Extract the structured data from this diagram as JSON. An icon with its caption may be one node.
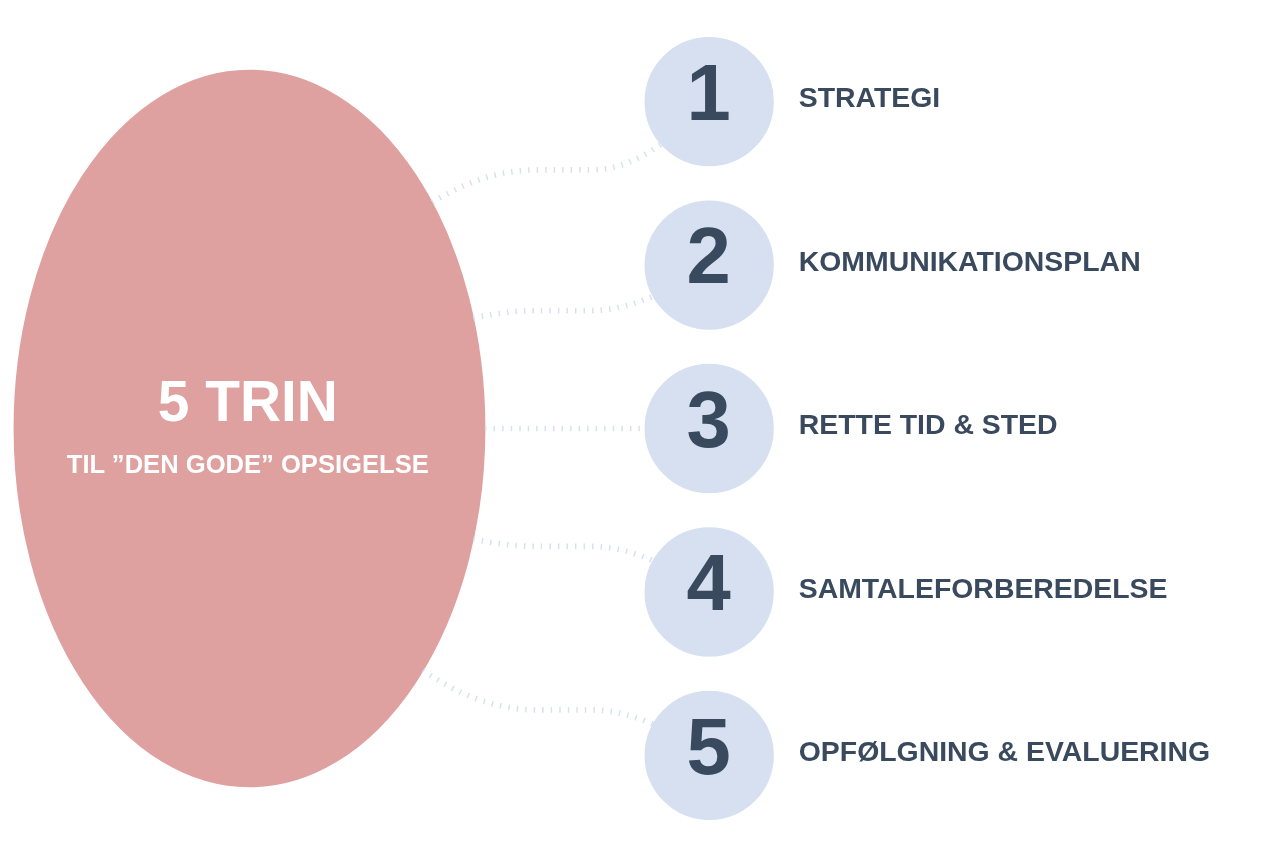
{
  "diagram": {
    "nodes": [
      {
        "text": [
          "5 TRIN",
          "TIL ”DEN GODE” OPSIGELSE"
        ]
      },
      {
        "text": [
          "1"
        ],
        "beside": [
          "STRATEGI"
        ]
      },
      {
        "text": [
          "2"
        ],
        "beside": [
          "KOMMUNIKATIONSPLAN"
        ]
      },
      {
        "text": [
          "3"
        ],
        "beside": [
          "RETTE TID & STED"
        ]
      },
      {
        "text": [
          "4"
        ],
        "beside": [
          "SAMTALEFORBEREDELSE"
        ]
      },
      {
        "text": [
          "5"
        ],
        "beside": [
          "OPFØLGNING & EVALUERING"
        ]
      }
    ],
    "edges": [
      {
        "from": 0,
        "to": 1,
        "arrow": "none",
        "style": "dashed"
      },
      {
        "from": 0,
        "to": 2,
        "arrow": "none",
        "style": "dashed"
      },
      {
        "from": 0,
        "to": 3,
        "arrow": "none",
        "style": "dashed"
      },
      {
        "from": 0,
        "to": 4,
        "arrow": "none",
        "style": "dashed"
      },
      {
        "from": 0,
        "to": 5,
        "arrow": "none",
        "style": "dashed"
      }
    ]
  }
}
